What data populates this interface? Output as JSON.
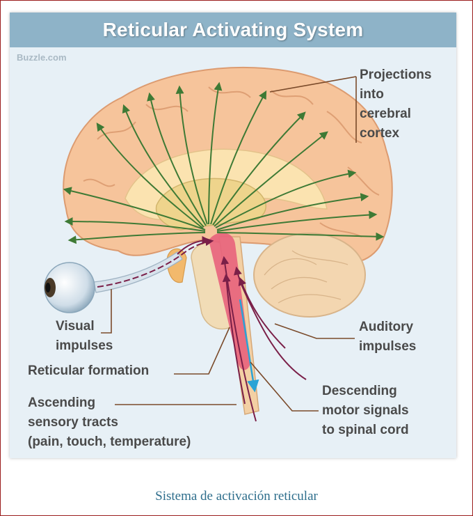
{
  "title": "Reticular Activating System",
  "watermark": "Buzzle.com",
  "labels": {
    "projections": [
      "Projections",
      "into",
      "cerebral",
      "cortex"
    ],
    "visual": [
      "Visual",
      "impulses"
    ],
    "auditory": [
      "Auditory",
      "impulses"
    ],
    "reticular": [
      "Reticular formation"
    ],
    "descending": [
      "Descending",
      "motor signals",
      "to spinal cord"
    ],
    "ascending": [
      "Ascending",
      "sensory tracts",
      "(pain, touch, temperature)"
    ]
  },
  "caption": "Sistema de activación reticular",
  "colors": {
    "brain": "#f6c49b",
    "brain_outline": "#dc9b70",
    "projection_arrows": "#3e7a35",
    "impulse_arrows": "#7a1f48",
    "descending_arrow": "#2aa3d6",
    "reticular_formation": "#e8627c",
    "leader_lines": "#7a4a2a"
  }
}
